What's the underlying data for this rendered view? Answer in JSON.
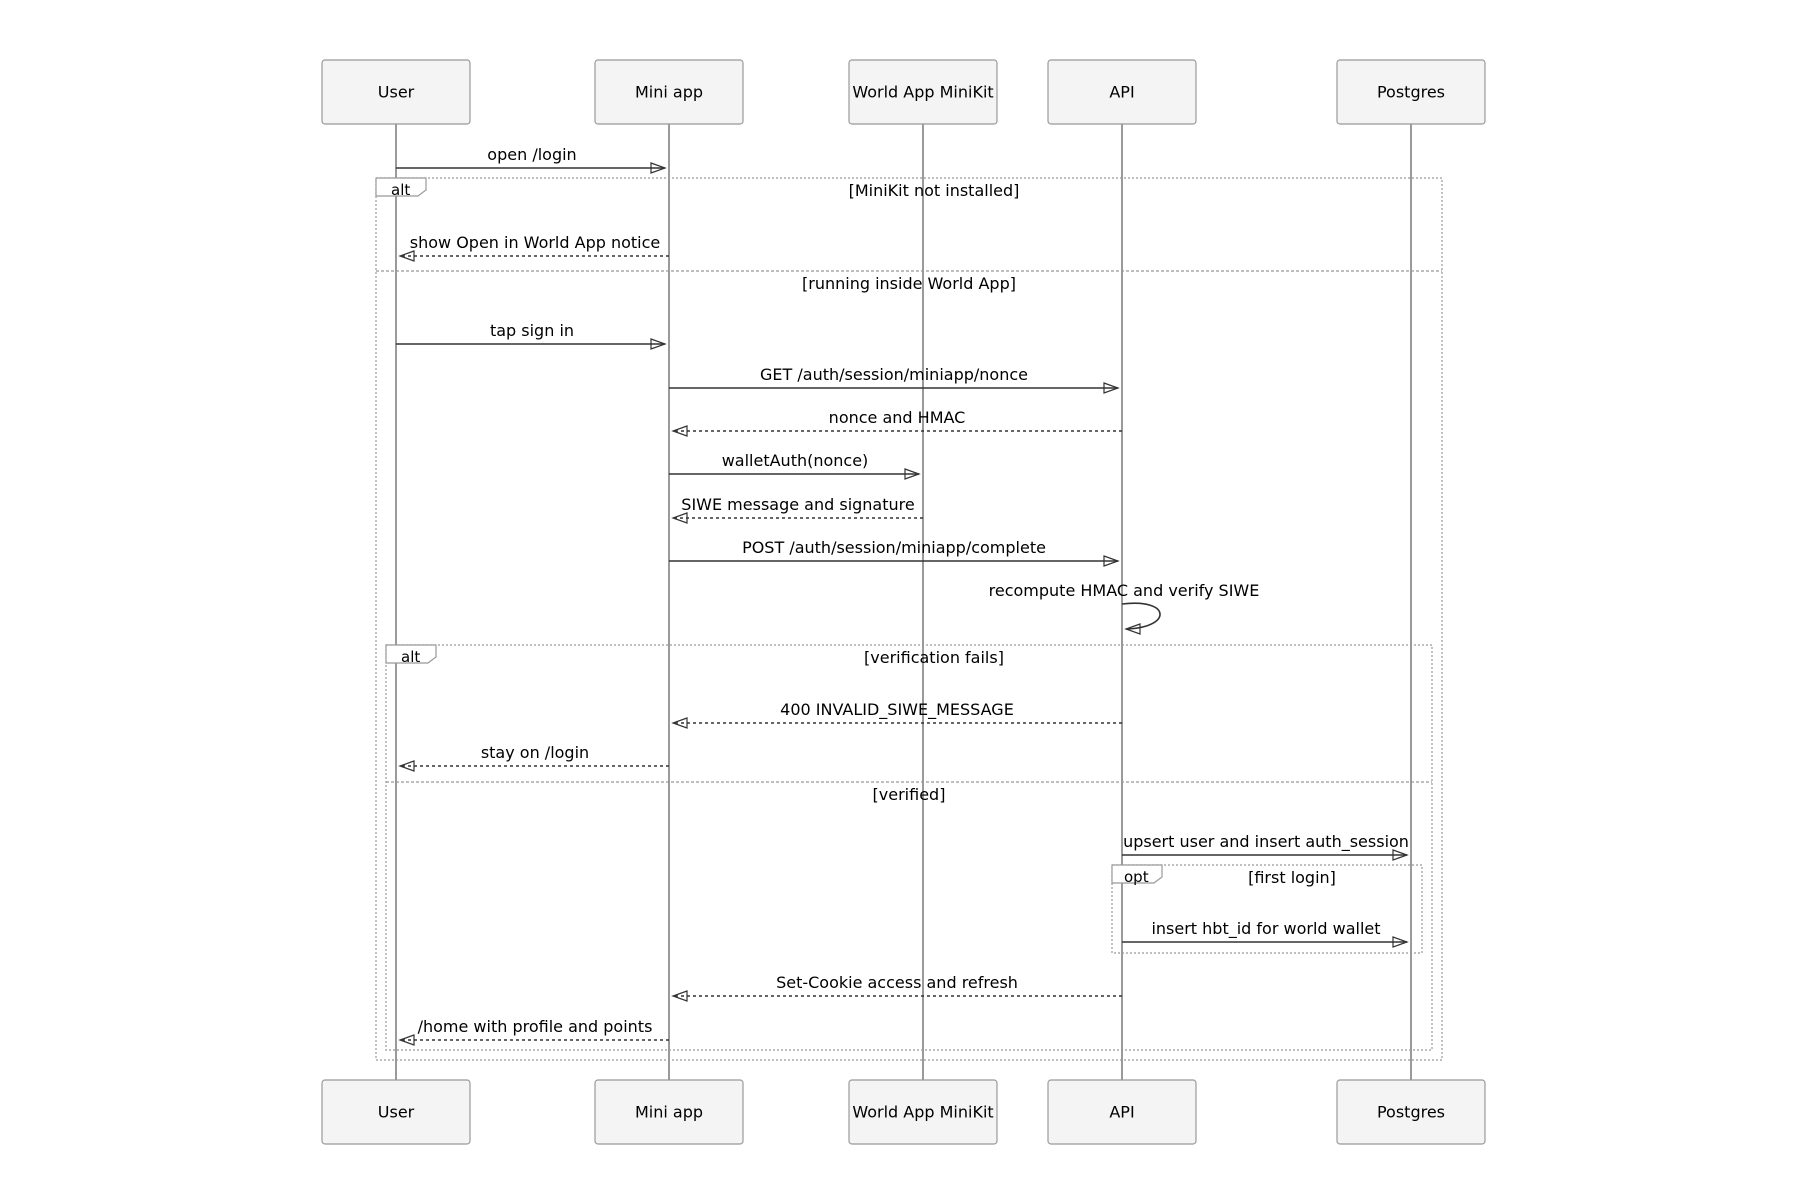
{
  "participants": [
    {
      "id": "user",
      "label": "User"
    },
    {
      "id": "mini",
      "label": "Mini app"
    },
    {
      "id": "minikit",
      "label": "World App MiniKit"
    },
    {
      "id": "api",
      "label": "API"
    },
    {
      "id": "pg",
      "label": "Postgres"
    }
  ],
  "messages": [
    {
      "from": "user",
      "to": "mini",
      "label": "open /login",
      "style": "solid"
    },
    {
      "from": "mini",
      "to": "user",
      "label": "show Open in World App notice",
      "style": "dashed"
    },
    {
      "from": "user",
      "to": "mini",
      "label": "tap sign in",
      "style": "solid"
    },
    {
      "from": "mini",
      "to": "api",
      "label": "GET /auth/session/miniapp/nonce",
      "style": "solid"
    },
    {
      "from": "api",
      "to": "mini",
      "label": "nonce and HMAC",
      "style": "dashed"
    },
    {
      "from": "mini",
      "to": "minikit",
      "label": "walletAuth(nonce)",
      "style": "solid"
    },
    {
      "from": "minikit",
      "to": "mini",
      "label": "SIWE message and signature",
      "style": "dashed"
    },
    {
      "from": "mini",
      "to": "api",
      "label": "POST /auth/session/miniapp/complete",
      "style": "solid"
    },
    {
      "from": "api",
      "to": "api",
      "label": "recompute HMAC and verify SIWE",
      "style": "self"
    },
    {
      "from": "api",
      "to": "mini",
      "label": "400 INVALID_SIWE_MESSAGE",
      "style": "dashed"
    },
    {
      "from": "mini",
      "to": "user",
      "label": "stay on /login",
      "style": "dashed"
    },
    {
      "from": "api",
      "to": "pg",
      "label": "upsert user and insert auth_session",
      "style": "solid"
    },
    {
      "from": "api",
      "to": "pg",
      "label": "insert hbt_id for world wallet",
      "style": "solid"
    },
    {
      "from": "api",
      "to": "mini",
      "label": "Set-Cookie access and refresh",
      "style": "dashed"
    },
    {
      "from": "mini",
      "to": "user",
      "label": "/home with profile and points",
      "style": "dashed"
    }
  ],
  "fragments": [
    {
      "type": "alt",
      "sections": [
        "[MiniKit not installed]",
        "[running inside World App]"
      ]
    },
    {
      "type": "alt",
      "sections": [
        "[verification fails]",
        "[verified]"
      ]
    },
    {
      "type": "opt",
      "sections": [
        "[first login]"
      ]
    }
  ]
}
